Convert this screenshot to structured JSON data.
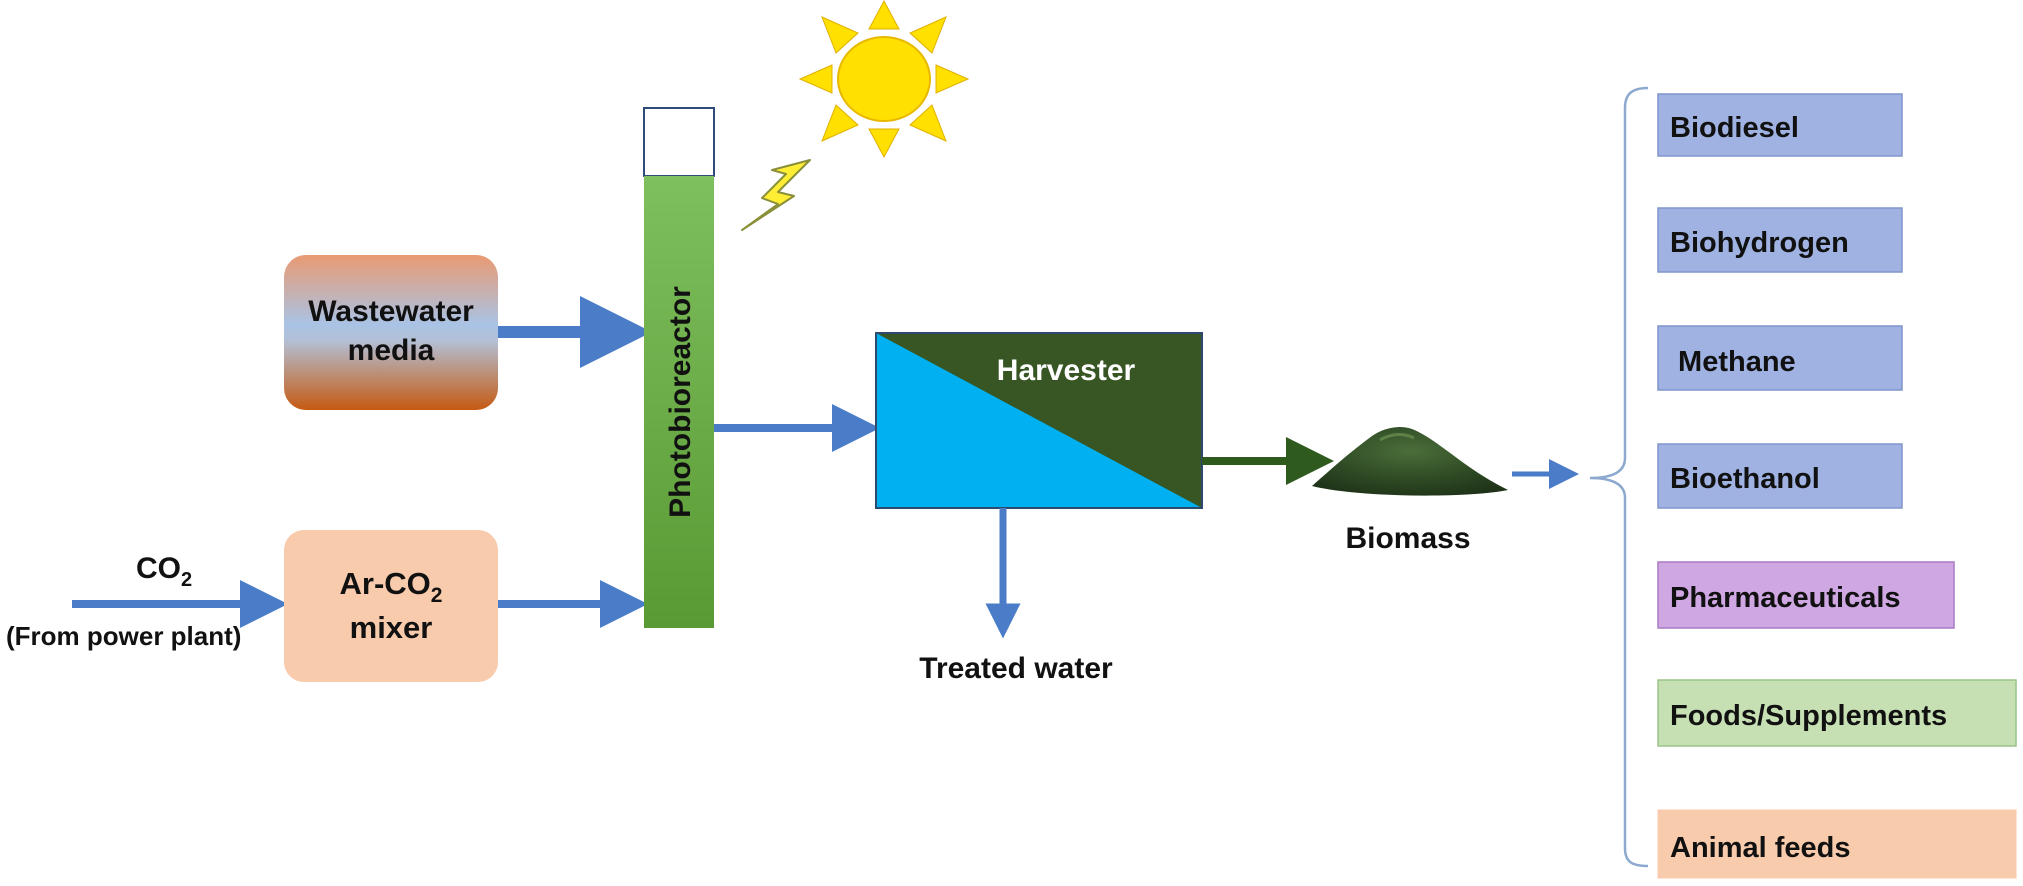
{
  "co2_source": {
    "label": "CO",
    "subscript": "2",
    "note": "(From power plant)"
  },
  "mixer": {
    "line1_main": "Ar-CO",
    "line1_sub": "2",
    "line2": "mixer"
  },
  "wastewater": {
    "line1": "Wastewater",
    "line2": "media"
  },
  "photobioreactor": {
    "label": "Photobioreactor"
  },
  "harvester": {
    "label": "Harvester"
  },
  "treated_water": {
    "label": "Treated water"
  },
  "biomass": {
    "label": "Biomass"
  },
  "products": [
    {
      "label": "Biodiesel",
      "fill": "#9fb2e2",
      "stroke": "#7f95cc"
    },
    {
      "label": "Biohydrogen",
      "fill": "#9fb2e2",
      "stroke": "#7f95cc"
    },
    {
      "label": " Methane",
      "fill": "#9fb2e2",
      "stroke": "#7f95cc"
    },
    {
      "label": "Bioethanol",
      "fill": "#9fb2e2",
      "stroke": "#7f95cc"
    },
    {
      "label": "Pharmaceuticals",
      "fill": "#cfa7e2",
      "stroke": "#a97bc4"
    },
    {
      "label": "Foods/Supplements",
      "fill": "#c6e0b4",
      "stroke": "#9cc487"
    },
    {
      "label": "Animal feeds",
      "fill": "#f8cbad",
      "stroke": "#f8cbad"
    }
  ],
  "colors": {
    "arrow": "#4a7cc7",
    "reactor_green": "#70ad47",
    "harvester_blue": "#00b0f0",
    "harvester_dark": "#375623",
    "biomass_arrow": "#2f5a1e",
    "sun": "#ffe000",
    "mixer_fill": "#f8cbad",
    "bracket": "#8da9cf"
  }
}
